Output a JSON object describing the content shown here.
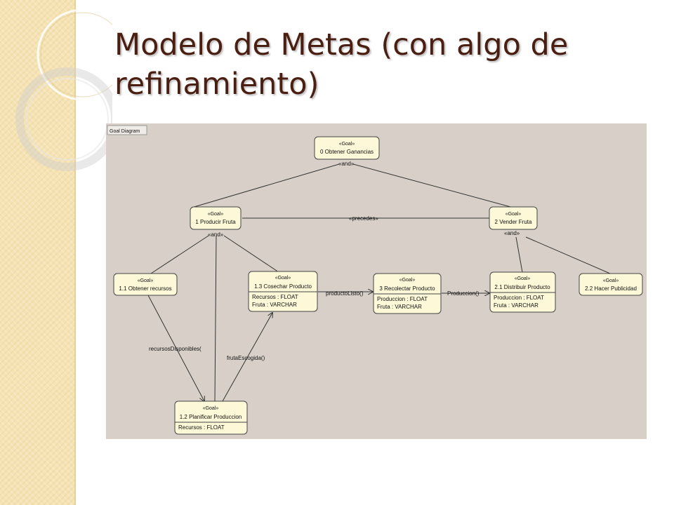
{
  "slide": {
    "title": "Modelo de Metas (con algo de refinamiento)"
  },
  "diagram": {
    "frame_label": "Goal Diagram",
    "colors": {
      "canvas": "#d8d0c8",
      "node_fill": "#fcf8d8",
      "node_stroke": "#444444",
      "title_color": "#4a1f12",
      "edge": "#333333"
    },
    "nodes": {
      "g0": {
        "stereotype": "«Goal»",
        "name": "0  Obtener Ganancias"
      },
      "g1": {
        "stereotype": "«Goal»",
        "name": "1  Producir Fruta"
      },
      "g2": {
        "stereotype": "«Goal»",
        "name": "2  Vender Fruta"
      },
      "g11": {
        "stereotype": "«Goal»",
        "name": "1.1  Obtener recursos"
      },
      "g13": {
        "stereotype": "«Goal»",
        "name": "1.3  Cosechar Producto",
        "attrs": [
          "Recursos : FLOAT",
          "Fruta : VARCHAR"
        ]
      },
      "g3": {
        "stereotype": "«Goal»",
        "name": "3  Recolectar Producto",
        "attrs": [
          "Produccion : FLOAT",
          "Fruta : VARCHAR"
        ]
      },
      "g21": {
        "stereotype": "«Goal»",
        "name": "2.1  Distribuir Producto",
        "attrs": [
          "Produccion : FLOAT",
          "Fruta : VARCHAR"
        ]
      },
      "g22": {
        "stereotype": "«Goal»",
        "name": "2.2  Hacer Publicidad"
      },
      "g12": {
        "stereotype": "«Goal»",
        "name": "1.2  Planificar Produccion",
        "attrs": [
          "Recursos : FLOAT"
        ]
      }
    },
    "edge_labels": {
      "and_top": "«and»",
      "and_left": "«and»",
      "and_right": "«and»",
      "precedes": "«precedes»",
      "productoListo": "productoListo()",
      "produccion": "Produccion()",
      "recursosDisponibles": "recursosDisponibles(",
      "frutaEscogida": "frutaEscogida()"
    }
  }
}
